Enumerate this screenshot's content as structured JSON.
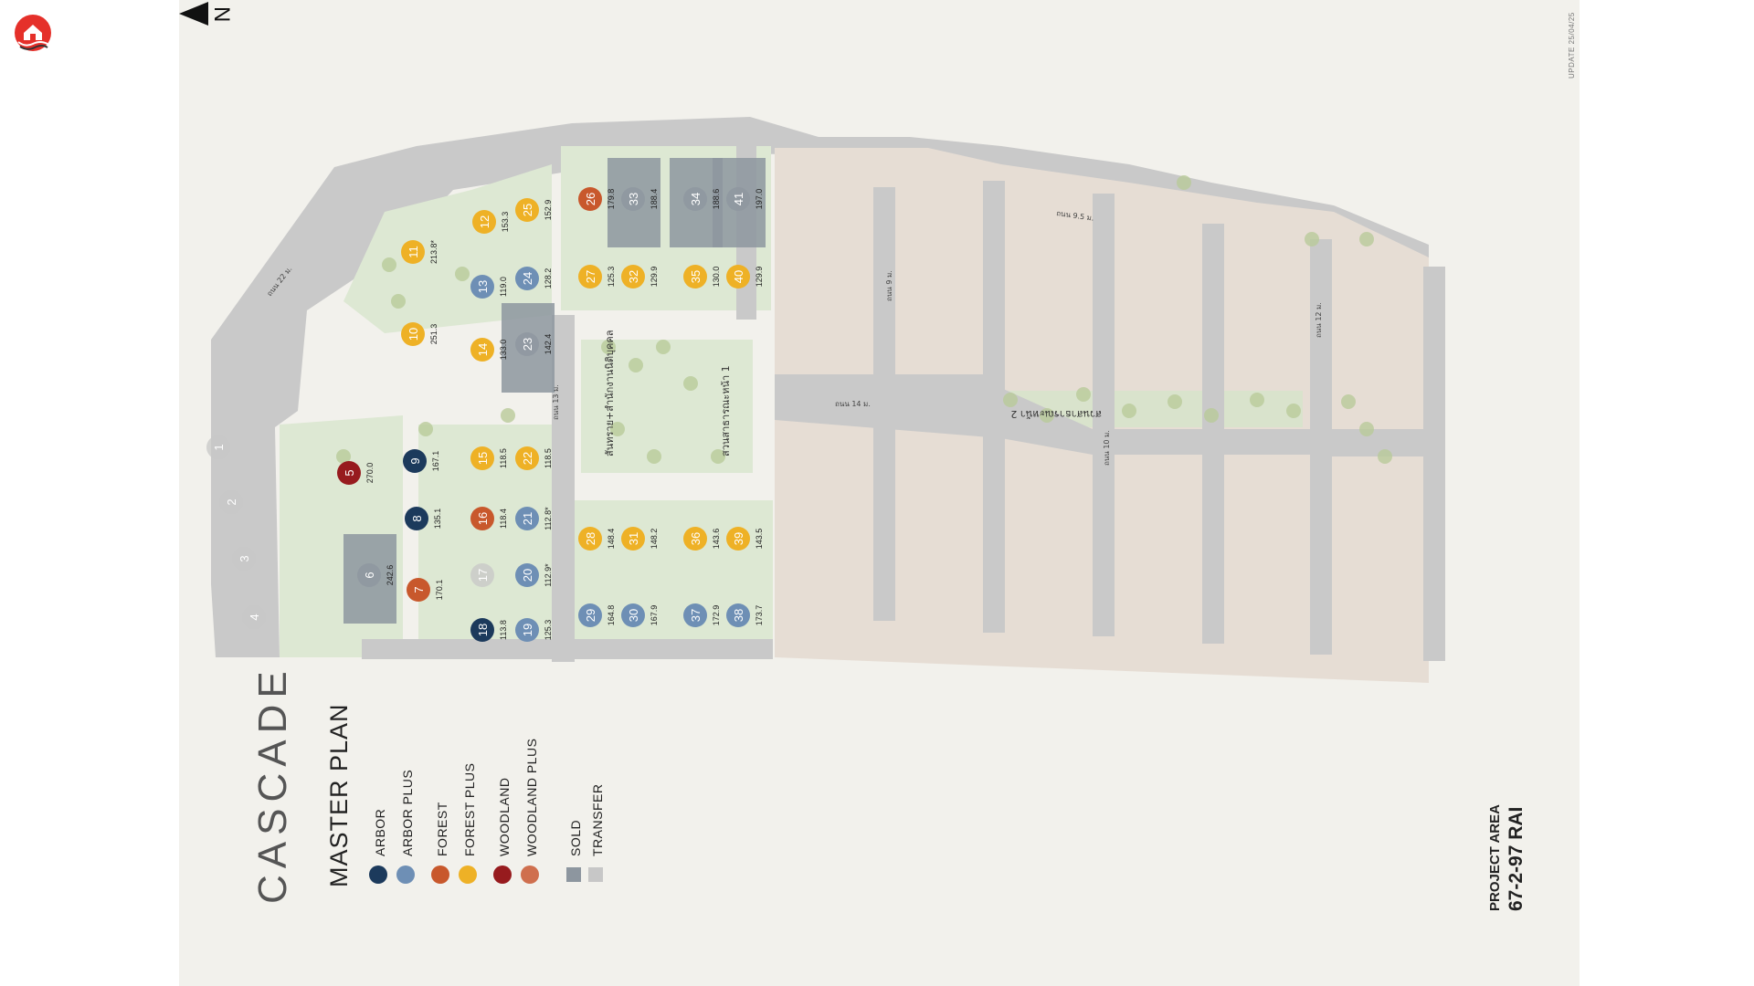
{
  "project": {
    "title": "CASCADE",
    "subtitle": "MASTER PLAN",
    "area_label": "PROJECT AREA",
    "area_value": "67-2-97 RAI",
    "update_text": "UPDATE 25/04/25",
    "north_label": "N"
  },
  "legend": {
    "types": [
      {
        "label": "ARBOR",
        "color": "#1c3a5c"
      },
      {
        "label": "ARBOR PLUS",
        "color": "#6e8fb5"
      },
      {
        "label": "FOREST",
        "color": "#c8582c"
      },
      {
        "label": "FOREST PLUS",
        "color": "#eeb126"
      },
      {
        "label": "WOODLAND",
        "color": "#971b1e"
      },
      {
        "label": "WOODLAND PLUS",
        "color": "#cf6f4e"
      }
    ],
    "status": [
      {
        "label": "SOLD",
        "color": "#8d969f"
      },
      {
        "label": "TRANSFER",
        "color": "#c7c7c7"
      }
    ]
  },
  "map": {
    "road_labels": [
      {
        "text": "ถนน 22 ม."
      },
      {
        "text": "ถนน 13 ม."
      },
      {
        "text": "ถนน 14 ม."
      },
      {
        "text": "ถนน 9 ม."
      },
      {
        "text": "ถนน 10 ม."
      },
      {
        "text": "ถนน 12 ม."
      },
      {
        "text": "ถนน 9.5 ม."
      }
    ],
    "area_labels": [
      {
        "text": "สวนสาธารณะหน้า 1"
      },
      {
        "text": "สวนสาธารณะหน้า 2"
      },
      {
        "text": "สันทราย+สำนักงานนิติบุคคล"
      }
    ],
    "plots": [
      {
        "id": "1",
        "area": "",
        "type": "transfer"
      },
      {
        "id": "2",
        "area": "",
        "type": "transfer"
      },
      {
        "id": "3",
        "area": "",
        "type": "transfer"
      },
      {
        "id": "4",
        "area": "",
        "type": "transfer"
      },
      {
        "id": "5",
        "area": "270.0",
        "type": "woodland"
      },
      {
        "id": "6",
        "area": "242.6",
        "type": "sold"
      },
      {
        "id": "7",
        "area": "170.1",
        "type": "forest"
      },
      {
        "id": "8",
        "area": "135.1",
        "type": "arbor"
      },
      {
        "id": "9",
        "area": "167.1",
        "type": "arbor"
      },
      {
        "id": "10",
        "area": "251.3",
        "type": "forest-plus"
      },
      {
        "id": "11",
        "area": "213.8*",
        "type": "forest-plus"
      },
      {
        "id": "12",
        "area": "153.3",
        "type": "forest-plus"
      },
      {
        "id": "13",
        "area": "119.0",
        "type": "arbor-plus"
      },
      {
        "id": "14",
        "area": "133.0",
        "type": "forest-plus"
      },
      {
        "id": "15",
        "area": "118.5",
        "type": "forest-plus"
      },
      {
        "id": "16",
        "area": "118.4",
        "type": "forest"
      },
      {
        "id": "17",
        "area": "",
        "type": "transfer"
      },
      {
        "id": "18",
        "area": "113.8",
        "type": "arbor"
      },
      {
        "id": "19",
        "area": "125.3",
        "type": "arbor-plus"
      },
      {
        "id": "20",
        "area": "112.9*",
        "type": "arbor-plus"
      },
      {
        "id": "21",
        "area": "112.8*",
        "type": "arbor-plus"
      },
      {
        "id": "22",
        "area": "118.5",
        "type": "forest-plus"
      },
      {
        "id": "23",
        "area": "142.4",
        "type": "sold"
      },
      {
        "id": "24",
        "area": "128.2",
        "type": "arbor-plus"
      },
      {
        "id": "25",
        "area": "152.9",
        "type": "forest-plus"
      },
      {
        "id": "26",
        "area": "179.8",
        "type": "forest"
      },
      {
        "id": "27",
        "area": "125.3",
        "type": "forest-plus"
      },
      {
        "id": "28",
        "area": "148.4",
        "type": "forest-plus"
      },
      {
        "id": "29",
        "area": "164.8",
        "type": "arbor-plus"
      },
      {
        "id": "30",
        "area": "167.9",
        "type": "arbor-plus"
      },
      {
        "id": "31",
        "area": "148.2",
        "type": "forest-plus"
      },
      {
        "id": "32",
        "area": "129.9",
        "type": "forest-plus"
      },
      {
        "id": "33",
        "area": "188.4",
        "type": "sold"
      },
      {
        "id": "34",
        "area": "188.6",
        "type": "sold"
      },
      {
        "id": "35",
        "area": "130.0",
        "type": "forest-plus"
      },
      {
        "id": "36",
        "area": "143.6",
        "type": "forest-plus"
      },
      {
        "id": "37",
        "area": "172.9",
        "type": "arbor-plus"
      },
      {
        "id": "38",
        "area": "173.7",
        "type": "arbor-plus"
      },
      {
        "id": "39",
        "area": "143.5",
        "type": "forest-plus"
      },
      {
        "id": "40",
        "area": "129.9",
        "type": "forest-plus"
      },
      {
        "id": "41",
        "area": "197.0",
        "type": "sold"
      }
    ]
  }
}
